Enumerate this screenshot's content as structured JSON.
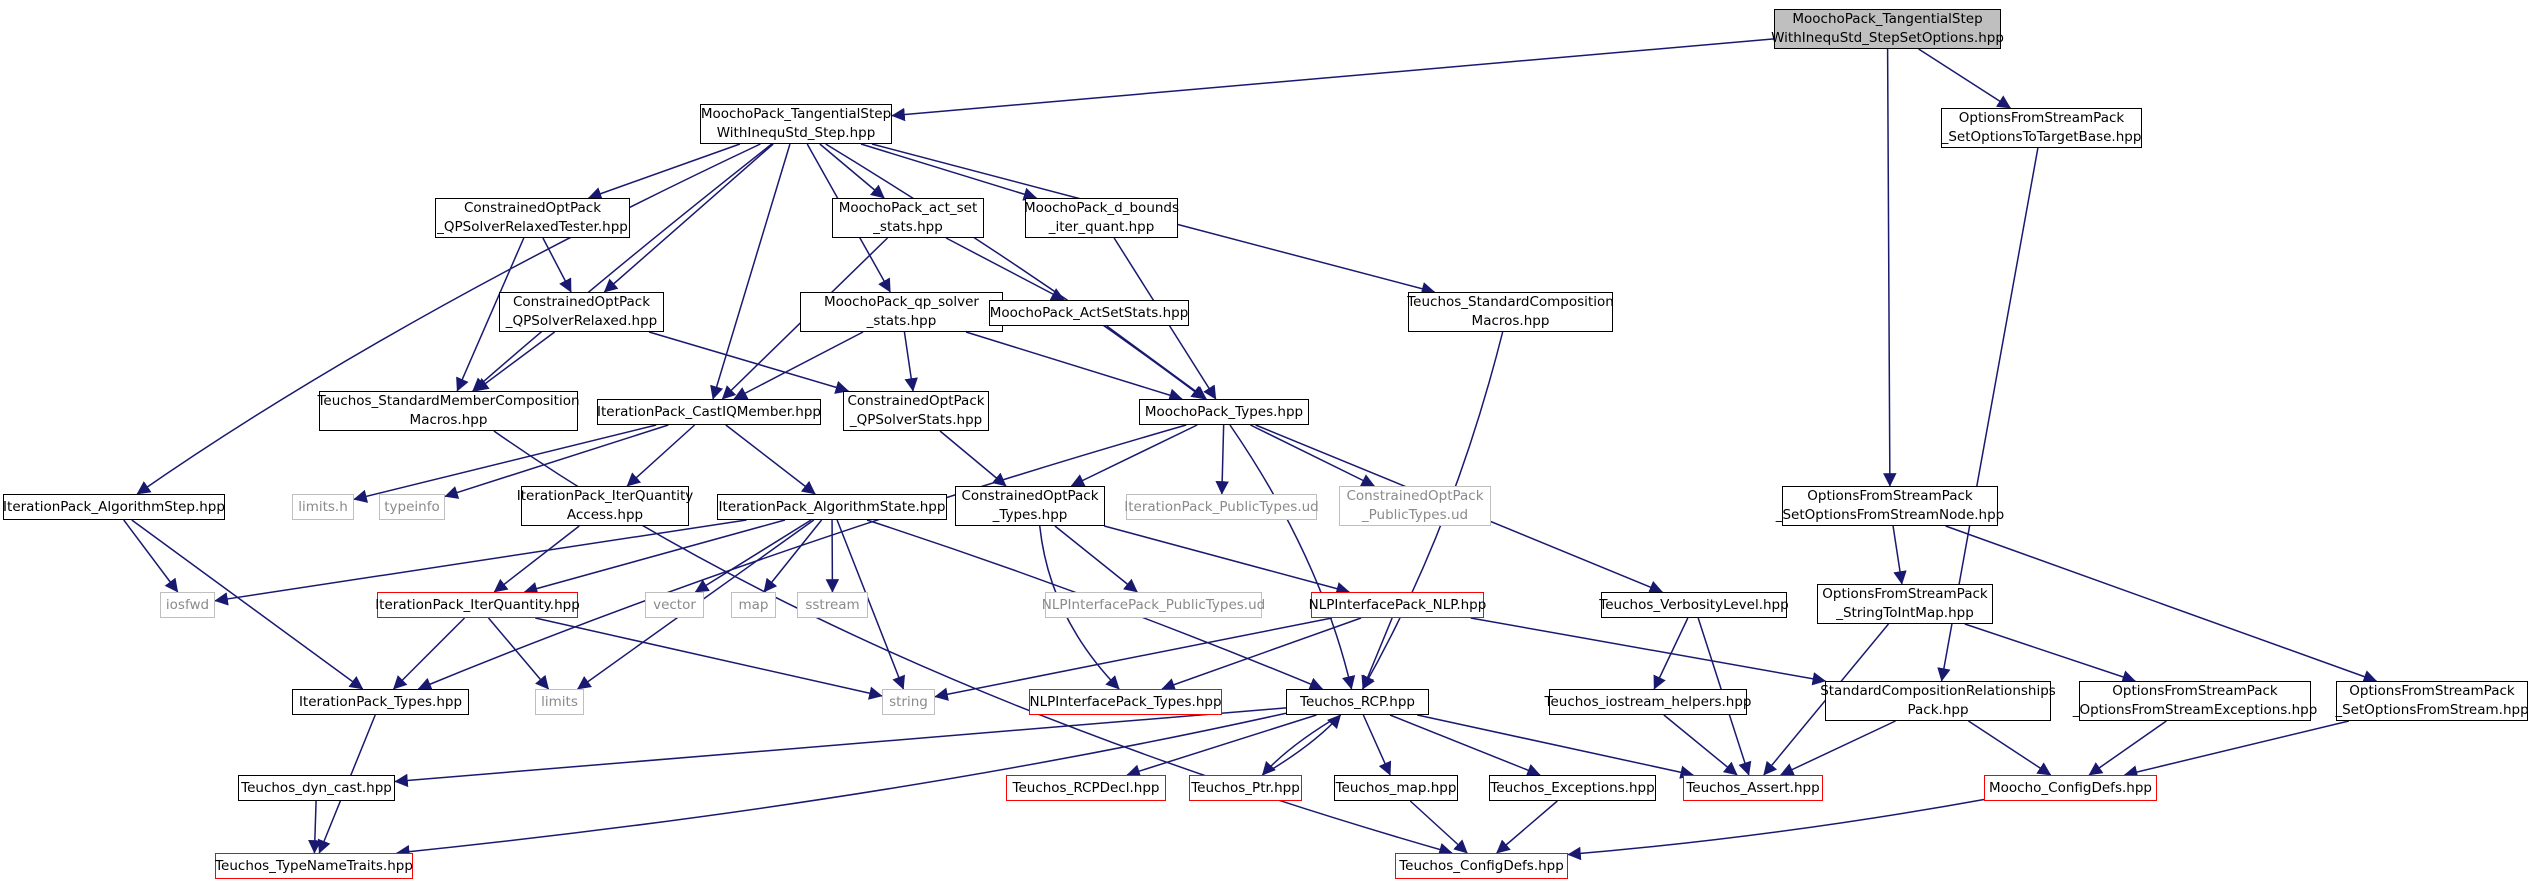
{
  "diagram": {
    "colors": {
      "edge": "#191970",
      "border": "#000000",
      "red_border": "#ff0000",
      "gray_border": "#bfbfbf",
      "root_fill": "#bfbfbf"
    },
    "nodes": [
      {
        "id": "root",
        "label": "MoochoPack_TangentialStep\nWithInequStd_StepSetOptions.hpp",
        "style": "root"
      },
      {
        "id": "tsw",
        "label": "MoochoPack_TangentialStep\nWithInequStd_Step.hpp",
        "style": "black"
      },
      {
        "id": "ofsp_target",
        "label": "OptionsFromStreamPack\n_SetOptionsToTargetBase.hpp",
        "style": "black"
      },
      {
        "id": "cop_tester",
        "label": "ConstrainedOptPack\n_QPSolverRelaxedTester.hpp",
        "style": "black"
      },
      {
        "id": "act_set",
        "label": "MoochoPack_act_set\n_stats.hpp",
        "style": "black"
      },
      {
        "id": "d_bounds",
        "label": "MoochoPack_d_bounds\n_iter_quant.hpp",
        "style": "black"
      },
      {
        "id": "cop_relaxed",
        "label": "ConstrainedOptPack\n_QPSolverRelaxed.hpp",
        "style": "black"
      },
      {
        "id": "qp_solver",
        "label": "MoochoPack_qp_solver\n_stats.hpp",
        "style": "black"
      },
      {
        "id": "actsetstats",
        "label": "MoochoPack_ActSetStats.hpp",
        "style": "black"
      },
      {
        "id": "std_comp",
        "label": "Teuchos_StandardComposition\nMacros.hpp",
        "style": "black"
      },
      {
        "id": "std_member",
        "label": "Teuchos_StandardMemberComposition\nMacros.hpp",
        "style": "black"
      },
      {
        "id": "castiq",
        "label": "IterationPack_CastIQMember.hpp",
        "style": "black"
      },
      {
        "id": "cop_stats",
        "label": "ConstrainedOptPack\n_QPSolverStats.hpp",
        "style": "black"
      },
      {
        "id": "mp_types",
        "label": "MoochoPack_Types.hpp",
        "style": "black"
      },
      {
        "id": "algstep",
        "label": "IterationPack_AlgorithmStep.hpp",
        "style": "black"
      },
      {
        "id": "limits_h",
        "label": "limits.h",
        "style": "gray"
      },
      {
        "id": "typeinfo",
        "label": "typeinfo",
        "style": "gray"
      },
      {
        "id": "iq_access",
        "label": "IterationPack_IterQuantity\nAccess.hpp",
        "style": "black"
      },
      {
        "id": "algstate",
        "label": "IterationPack_AlgorithmState.hpp",
        "style": "black"
      },
      {
        "id": "cop_types",
        "label": "ConstrainedOptPack\n_Types.hpp",
        "style": "black"
      },
      {
        "id": "ip_public",
        "label": "IterationPack_PublicTypes.ud",
        "style": "gray"
      },
      {
        "id": "cop_public",
        "label": "ConstrainedOptPack\n_PublicTypes.ud",
        "style": "gray"
      },
      {
        "id": "ofsp_node",
        "label": "OptionsFromStreamPack\n_SetOptionsFromStreamNode.hpp",
        "style": "black"
      },
      {
        "id": "iosfwd",
        "label": "iosfwd",
        "style": "gray"
      },
      {
        "id": "iterquantity",
        "label": "IterationPack_IterQuantity.hpp",
        "style": "red"
      },
      {
        "id": "vector",
        "label": "vector",
        "style": "gray"
      },
      {
        "id": "map",
        "label": "map",
        "style": "gray"
      },
      {
        "id": "sstream",
        "label": "sstream",
        "style": "gray"
      },
      {
        "id": "nlp_public",
        "label": "NLPInterfacePack_PublicTypes.ud",
        "style": "gray"
      },
      {
        "id": "nlp",
        "label": "NLPInterfacePack_NLP.hpp",
        "style": "red"
      },
      {
        "id": "verbosity",
        "label": "Teuchos_VerbosityLevel.hpp",
        "style": "black"
      },
      {
        "id": "str2int",
        "label": "OptionsFromStreamPack\n_StringToIntMap.hpp",
        "style": "black"
      },
      {
        "id": "ip_types",
        "label": "IterationPack_Types.hpp",
        "style": "black"
      },
      {
        "id": "limits",
        "label": "limits",
        "style": "gray"
      },
      {
        "id": "string",
        "label": "string",
        "style": "gray"
      },
      {
        "id": "nlp_types",
        "label": "NLPInterfacePack_Types.hpp",
        "style": "red"
      },
      {
        "id": "rcp",
        "label": "Teuchos_RCP.hpp",
        "style": "black"
      },
      {
        "id": "iostream_helpers",
        "label": "Teuchos_iostream_helpers.hpp",
        "style": "black"
      },
      {
        "id": "scr_pack",
        "label": "StandardCompositionRelationships\nPack.hpp",
        "style": "black"
      },
      {
        "id": "ofsp_exc",
        "label": "OptionsFromStreamPack\n_OptionsFromStreamExceptions.hpp",
        "style": "black"
      },
      {
        "id": "ofsp_set",
        "label": "OptionsFromStreamPack\n_SetOptionsFromStream.hpp",
        "style": "black"
      },
      {
        "id": "dyn_cast",
        "label": "Teuchos_dyn_cast.hpp",
        "style": "black"
      },
      {
        "id": "rcpdecl",
        "label": "Teuchos_RCPDecl.hpp",
        "style": "red"
      },
      {
        "id": "ptr",
        "label": "Teuchos_Ptr.hpp",
        "style": "red"
      },
      {
        "id": "tmap",
        "label": "Teuchos_map.hpp",
        "style": "black"
      },
      {
        "id": "exceptions",
        "label": "Teuchos_Exceptions.hpp",
        "style": "black"
      },
      {
        "id": "assert",
        "label": "Teuchos_Assert.hpp",
        "style": "red"
      },
      {
        "id": "moocho_cfg",
        "label": "Moocho_ConfigDefs.hpp",
        "style": "red"
      },
      {
        "id": "typenametraits",
        "label": "Teuchos_TypeNameTraits.hpp",
        "style": "red"
      },
      {
        "id": "teuchos_cfg",
        "label": "Teuchos_ConfigDefs.hpp",
        "style": "red"
      }
    ],
    "edges": [
      [
        "root",
        "tsw"
      ],
      [
        "root",
        "ofsp_target"
      ],
      [
        "root",
        "ofsp_node"
      ],
      [
        "tsw",
        "algstep"
      ],
      [
        "tsw",
        "std_member"
      ],
      [
        "tsw",
        "cop_tester"
      ],
      [
        "tsw",
        "cop_relaxed"
      ],
      [
        "tsw",
        "castiq"
      ],
      [
        "tsw",
        "qp_solver"
      ],
      [
        "tsw",
        "act_set"
      ],
      [
        "tsw",
        "d_bounds"
      ],
      [
        "tsw",
        "mp_types"
      ],
      [
        "tsw",
        "std_comp"
      ],
      [
        "cop_tester",
        "cop_relaxed"
      ],
      [
        "cop_tester",
        "std_member"
      ],
      [
        "cop_relaxed",
        "std_member"
      ],
      [
        "cop_relaxed",
        "cop_stats"
      ],
      [
        "act_set",
        "castiq"
      ],
      [
        "act_set",
        "actsetstats"
      ],
      [
        "d_bounds",
        "mp_types"
      ],
      [
        "actsetstats",
        "mp_types"
      ],
      [
        "qp_solver",
        "castiq"
      ],
      [
        "qp_solver",
        "cop_stats"
      ],
      [
        "qp_solver",
        "mp_types"
      ],
      [
        "std_comp",
        "rcp"
      ],
      [
        "std_member",
        "teuchos_cfg"
      ],
      [
        "castiq",
        "limits_h"
      ],
      [
        "castiq",
        "typeinfo"
      ],
      [
        "castiq",
        "iq_access"
      ],
      [
        "castiq",
        "algstate"
      ],
      [
        "cop_stats",
        "cop_types"
      ],
      [
        "mp_types",
        "ip_types"
      ],
      [
        "mp_types",
        "cop_types"
      ],
      [
        "mp_types",
        "ip_public"
      ],
      [
        "mp_types",
        "cop_public"
      ],
      [
        "mp_types",
        "rcp"
      ],
      [
        "mp_types",
        "verbosity"
      ],
      [
        "algstep",
        "iosfwd"
      ],
      [
        "algstep",
        "ip_types"
      ],
      [
        "iq_access",
        "iterquantity"
      ],
      [
        "algstate",
        "iosfwd"
      ],
      [
        "algstate",
        "iterquantity"
      ],
      [
        "algstate",
        "limits"
      ],
      [
        "algstate",
        "vector"
      ],
      [
        "algstate",
        "map"
      ],
      [
        "algstate",
        "sstream"
      ],
      [
        "algstate",
        "string"
      ],
      [
        "algstate",
        "rcp"
      ],
      [
        "cop_types",
        "nlp_public"
      ],
      [
        "cop_types",
        "nlp"
      ],
      [
        "cop_types",
        "nlp_types"
      ],
      [
        "iterquantity",
        "ip_types"
      ],
      [
        "iterquantity",
        "limits"
      ],
      [
        "iterquantity",
        "string"
      ],
      [
        "nlp",
        "string"
      ],
      [
        "nlp",
        "nlp_types"
      ],
      [
        "nlp",
        "rcp"
      ],
      [
        "nlp",
        "scr_pack"
      ],
      [
        "verbosity",
        "iostream_helpers"
      ],
      [
        "verbosity",
        "assert"
      ],
      [
        "ofsp_target",
        "scr_pack"
      ],
      [
        "ofsp_node",
        "str2int"
      ],
      [
        "ofsp_node",
        "ofsp_set"
      ],
      [
        "str2int",
        "ofsp_exc"
      ],
      [
        "str2int",
        "assert"
      ],
      [
        "ip_types",
        "typenametraits"
      ],
      [
        "rcp",
        "dyn_cast"
      ],
      [
        "rcp",
        "rcpdecl"
      ],
      [
        "rcp",
        "ptr"
      ],
      [
        "rcp",
        "tmap"
      ],
      [
        "rcp",
        "exceptions"
      ],
      [
        "rcp",
        "assert"
      ],
      [
        "rcp",
        "typenametraits"
      ],
      [
        "ptr",
        "rcp"
      ],
      [
        "iostream_helpers",
        "assert"
      ],
      [
        "scr_pack",
        "assert"
      ],
      [
        "scr_pack",
        "moocho_cfg"
      ],
      [
        "ofsp_exc",
        "moocho_cfg"
      ],
      [
        "ofsp_set",
        "moocho_cfg"
      ],
      [
        "dyn_cast",
        "typenametraits"
      ],
      [
        "tmap",
        "teuchos_cfg"
      ],
      [
        "exceptions",
        "teuchos_cfg"
      ],
      [
        "moocho_cfg",
        "teuchos_cfg"
      ]
    ]
  }
}
